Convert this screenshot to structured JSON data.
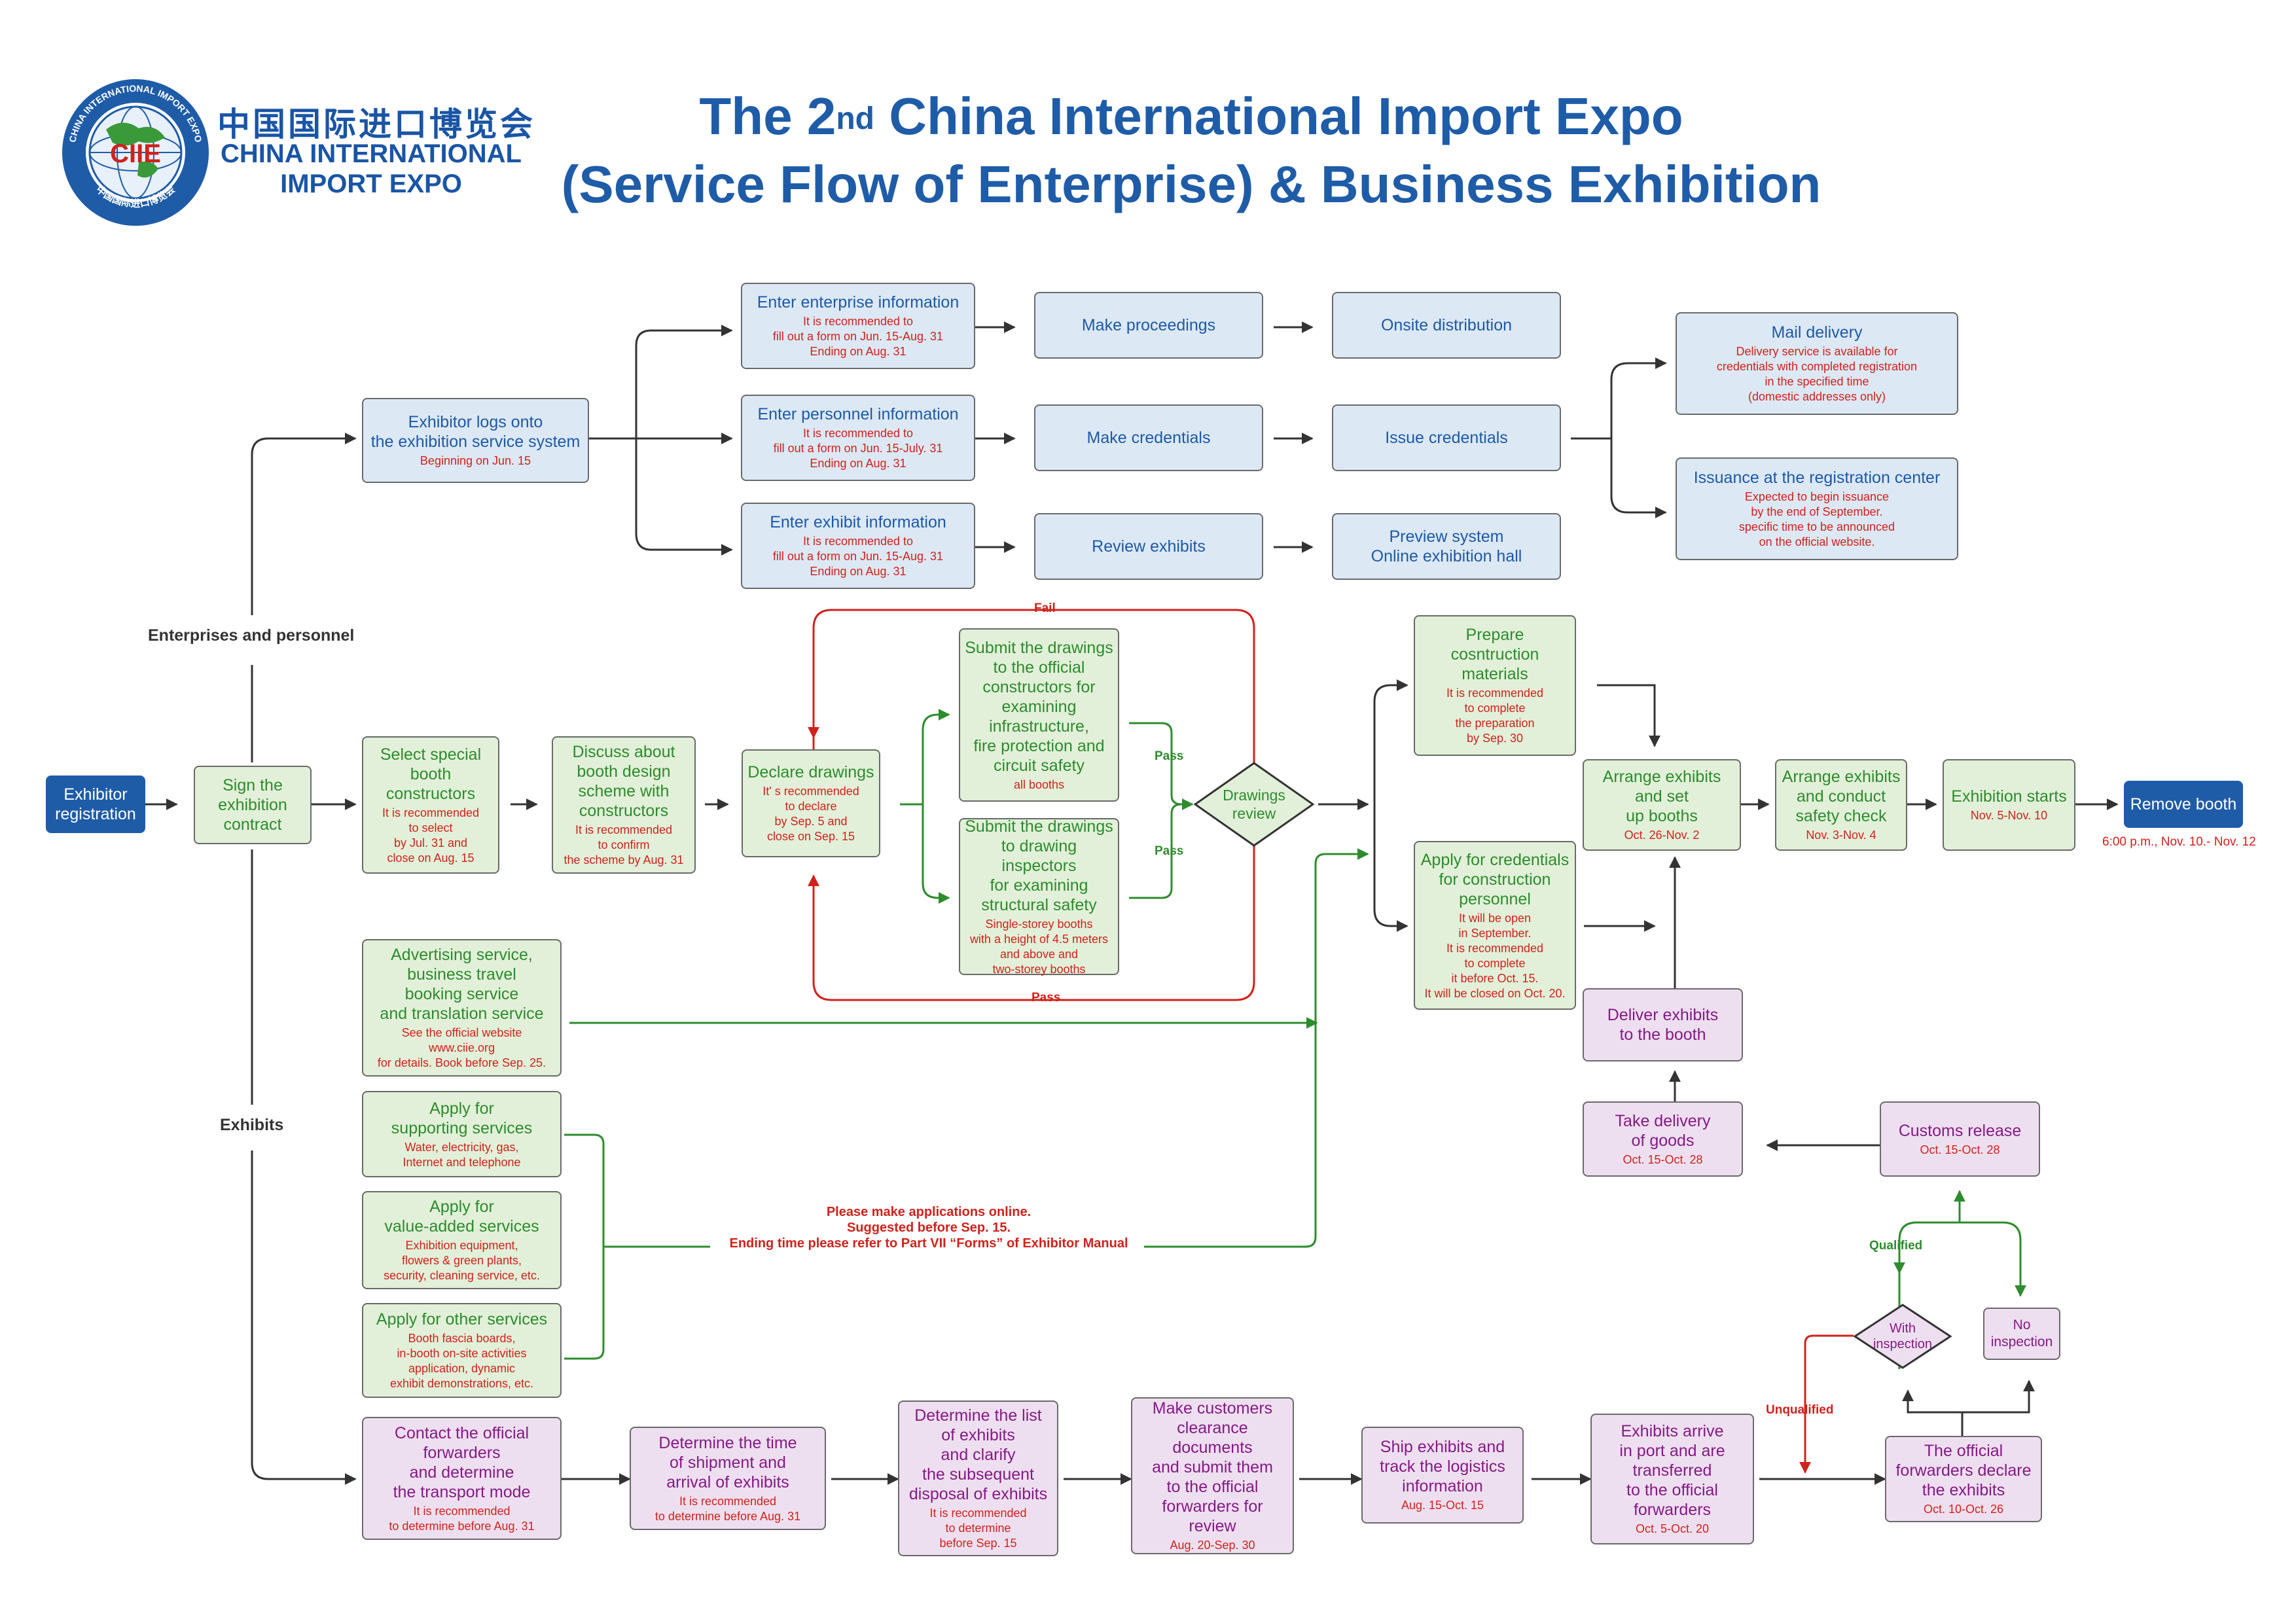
{
  "header": {
    "logo_cn": "中国国际进口博览会",
    "logo_en_line1": "CHINA INTERNATIONAL",
    "logo_en_line2": "IMPORT EXPO",
    "logo_ring_text": "CHINA INTERNATIONAL IMPORT EXPO",
    "logo_ring_text_cn": "中国国际进口博览会",
    "logo_mark": "CIIE",
    "title_prefix": "The 2",
    "title_sup": "nd",
    "title_rest": " China International Import Expo",
    "title_line2": "(Service Flow of Enterprise) & Business Exhibition"
  },
  "sections": {
    "enterprises": "Enterprises and personnel",
    "exhibits": "Exhibits"
  },
  "boxes": {
    "exhibitor_registration": {
      "title": "Exhibitor\nregistration"
    },
    "sign_contract": {
      "title": "Sign the\nexhibition\ncontract"
    },
    "logon": {
      "title": "Exhibitor logs onto\nthe exhibition service system",
      "sub": "Beginning on Jun. 15"
    },
    "enter_enterprise": {
      "title": "Enter enterprise information",
      "sub": "It is recommended to\nfill out a form on Jun. 15-Aug. 31\nEnding on Aug. 31"
    },
    "enter_personnel": {
      "title": "Enter personnel information",
      "sub": "It is recommended to\nfill out a form on Jun. 15-July. 31\nEnding on Aug. 31"
    },
    "enter_exhibit": {
      "title": "Enter exhibit information",
      "sub": "It is recommended to\nfill out a form on Jun. 15-Aug. 31\nEnding on Aug. 31"
    },
    "make_proceedings": {
      "title": "Make proceedings"
    },
    "make_credentials": {
      "title": "Make credentials"
    },
    "review_exhibits": {
      "title": "Review exhibits"
    },
    "onsite_distribution": {
      "title": "Onsite distribution"
    },
    "issue_credentials": {
      "title": "Issue credentials"
    },
    "preview_system": {
      "title": "Preview system\nOnline exhibition hall"
    },
    "mail_delivery": {
      "title": "Mail delivery",
      "sub": "Delivery service is available for\ncredentials with completed registration\nin the specified time\n(domestic addresses only)"
    },
    "issuance_center": {
      "title": "Issuance at the registration center",
      "sub": "Expected to begin issuance\nby the end of September.\nspecific time to be announced\non the official website."
    },
    "select_constructors": {
      "title": "Select special\nbooth\nconstructors",
      "sub": "It is recommended\nto select\nby Jul. 31 and\nclose on Aug. 15"
    },
    "discuss_design": {
      "title": "Discuss about\nbooth design\nscheme with\nconstructors",
      "sub": "It is recommended\nto confirm\nthe scheme by Aug. 31"
    },
    "declare_drawings": {
      "title": "Declare drawings",
      "sub": "It' s recommended\nto declare\nby Sep. 5 and\nclose on Sep. 15"
    },
    "submit_official": {
      "title": "Submit the drawings\nto the official\nconstructors for\nexamining\ninfrastructure,\nfire protection and\ncircuit safety",
      "sub": "all booths"
    },
    "submit_inspectors": {
      "title": "Submit the drawings\nto drawing inspectors\nfor examining\nstructural safety",
      "sub": "Single-storey booths\nwith a height of 4.5 meters\nand above and\ntwo-storey booths"
    },
    "prepare_materials": {
      "title": "Prepare\ncosntruction\nmaterials",
      "sub": "It is recommended\nto complete\nthe preparation\nby Sep. 30"
    },
    "apply_credentials_personnel": {
      "title": "Apply for credentials\nfor construction\npersonnel",
      "sub": "It will be open\nin September.\nIt is recommended\nto complete\nit before Oct. 15.\nIt will be closed on Oct. 20."
    },
    "arrange_setup": {
      "title": "Arrange exhibits\nand set\nup booths",
      "sub": "Oct. 26-Nov. 2"
    },
    "arrange_safety": {
      "title": "Arrange exhibits\nand conduct\nsafety check",
      "sub": "Nov. 3-Nov. 4"
    },
    "exhibition_starts": {
      "title": "Exhibition starts",
      "sub": "Nov. 5-Nov. 10"
    },
    "remove_booth": {
      "title": "Remove booth"
    },
    "advertising": {
      "title": "Advertising service,\nbusiness travel\nbooking service\nand translation service",
      "sub": "See the official website\nwww.ciie.org\nfor details. Book before Sep. 25."
    },
    "supporting_services": {
      "title": "Apply for\nsupporting services",
      "sub": "Water, electricity, gas,\nInternet and telephone"
    },
    "value_added": {
      "title": "Apply for\nvalue-added services",
      "sub": "Exhibition equipment,\nflowers & green plants,\nsecurity, cleaning service, etc."
    },
    "other_services": {
      "title": "Apply for other services",
      "sub": "Booth fascia boards,\nin-booth on-site activities\napplication, dynamic\nexhibit demonstrations, etc."
    },
    "deliver_booth": {
      "title": "Deliver exhibits\nto the booth"
    },
    "take_delivery": {
      "title": "Take delivery\nof goods",
      "sub": "Oct. 15-Oct. 28"
    },
    "customs_release": {
      "title": "Customs release",
      "sub": "Oct. 15-Oct. 28"
    },
    "contact_forwarders": {
      "title": "Contact the official\nforwarders\nand determine\nthe transport mode",
      "sub": "It is recommended\nto determine before Aug. 31"
    },
    "shipment_time": {
      "title": "Determine the time\nof shipment and\narrival of exhibits",
      "sub": "It is recommended\nto determine before Aug. 31"
    },
    "exhibit_list": {
      "title": "Determine the list\nof exhibits\nand clarify\nthe subsequent\ndisposal of exhibits",
      "sub": "It is recommended\nto determine\nbefore Sep. 15"
    },
    "customs_documents": {
      "title": "Make customers\nclearance\ndocuments\nand submit them\nto the official\nforwarders for review",
      "sub": "Aug. 20-Sep. 30"
    },
    "ship_track": {
      "title": "Ship exhibits and\ntrack the logistics\ninformation",
      "sub": "Aug. 15-Oct. 15"
    },
    "arrive_port": {
      "title": "Exhibits arrive\nin port and are\ntransferred\nto the official\nforwarders",
      "sub": "Oct. 5-Oct. 20"
    },
    "forwarders_declare": {
      "title": "The official\nforwarders declare\nthe exhibits",
      "sub": "Oct. 10-Oct. 26"
    },
    "no_inspection": {
      "title": "No\ninspection"
    }
  },
  "diamonds": {
    "drawings_review": "Drawings\nreview",
    "with_inspection": "With\ninspection"
  },
  "labels": {
    "fail": "Fail",
    "pass_bottom": "Pass",
    "pass_upper": "Pass",
    "pass_lower": "Pass",
    "qualified": "Qualified",
    "unqualified": "Unqualified",
    "remove_time": "6:00 p.m., Nov. 10.- Nov. 12",
    "online_note": "Please make applications online.\nSuggested before Sep. 15.\nEnding time please refer to Part VII “Forms” of Exhibitor Manual"
  },
  "colors": {
    "blue_text": "#1c5aa6",
    "green_text": "#2d8c2d",
    "purple_text": "#851a86",
    "red_text": "#d0221b",
    "blue_fill": "#dde8f5",
    "green_fill": "#e2f0d9",
    "purple_fill": "#eedff0"
  }
}
